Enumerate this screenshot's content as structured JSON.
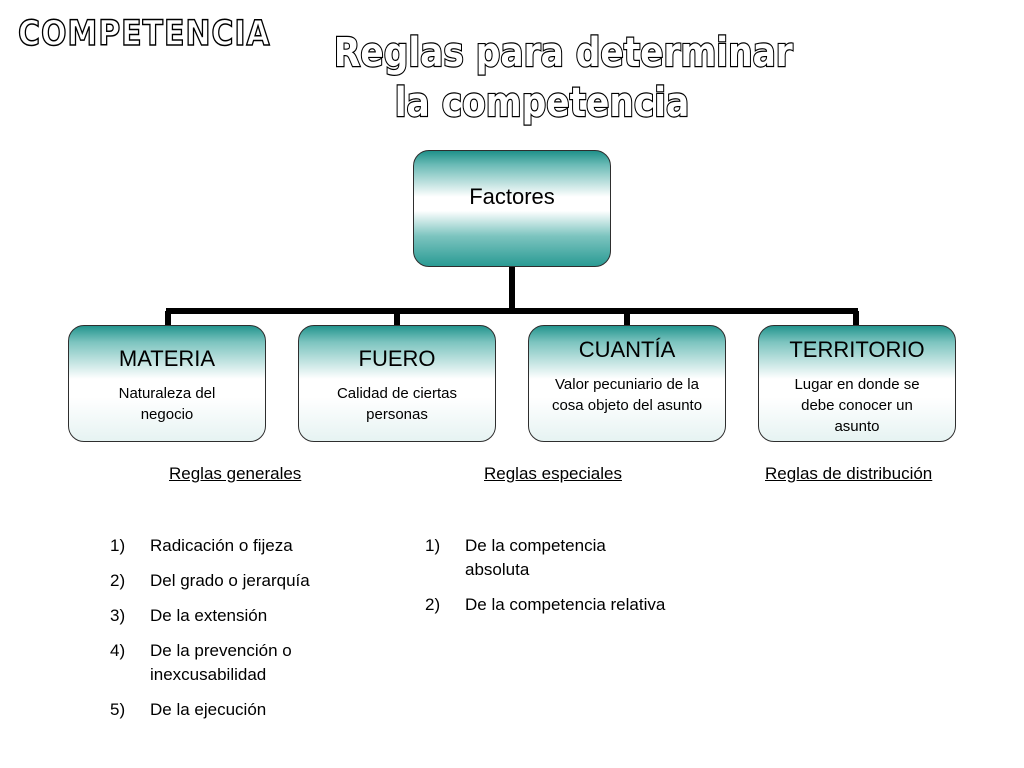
{
  "corner_title": "COMPETENCIA",
  "title": {
    "line1": "Reglas para determinar",
    "line2": "la competencia"
  },
  "root": {
    "label": "Factores"
  },
  "factors": [
    {
      "title": "MATERIA",
      "description": "Naturaleza del negocio"
    },
    {
      "title": "FUERO",
      "description": "Calidad de ciertas personas"
    },
    {
      "title": "CUANTÍA",
      "description": "Valor pecuniario de la cosa objeto del asunto"
    },
    {
      "title": "TERRITORIO",
      "description": "Lugar en donde se debe conocer un asunto"
    }
  ],
  "sections": {
    "generales": {
      "header": "Reglas generales",
      "items": [
        {
          "num": "1)",
          "text": "Radicación o fijeza"
        },
        {
          "num": "2)",
          "text": "Del grado o jerarquía"
        },
        {
          "num": "3)",
          "text": "De la extensión"
        },
        {
          "num": "4)",
          "text": "De la prevención o inexcusabilidad"
        },
        {
          "num": "5)",
          "text": "De la ejecución"
        }
      ]
    },
    "especiales": {
      "header": "Reglas especiales",
      "items": [
        {
          "num": "1)",
          "text": "De la competencia absoluta"
        },
        {
          "num": "2)",
          "text": "De la competencia relativa"
        }
      ]
    },
    "distribucion": {
      "header": "Reglas de distribución"
    }
  },
  "colors": {
    "teal_dark": "#1f918a",
    "teal_light": "#7cc4bf",
    "connector": "#000000"
  }
}
